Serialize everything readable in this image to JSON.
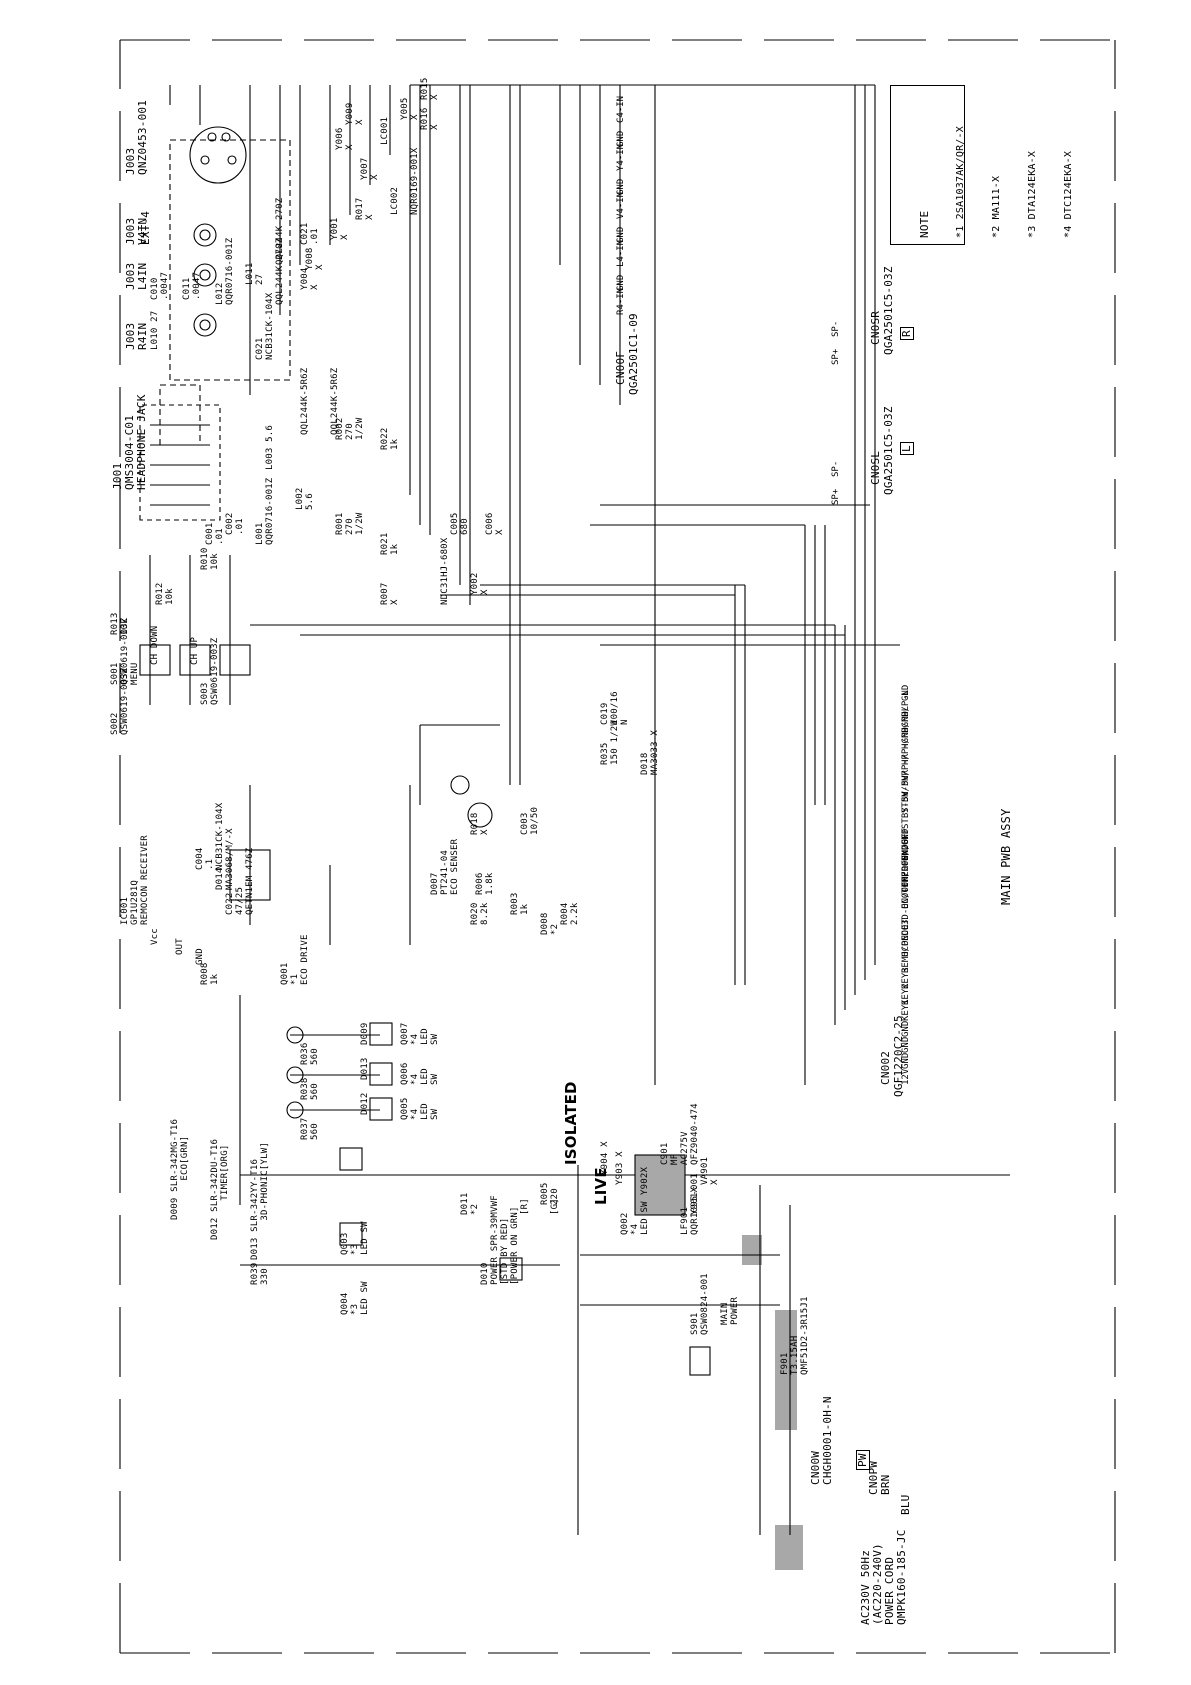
{
  "note": {
    "title": "NOTE",
    "items": [
      "*1 2SA1037AK/QR/-X",
      "*2 MA111-X",
      "*3 DTA124EKA-X",
      "*4 DTC124EKA-X"
    ]
  },
  "sections": {
    "isolated": "ISOLATED",
    "live": "LIVE",
    "main_pwb": "MAIN PWB ASSY",
    "ext4": "EXT-4"
  },
  "cn002": {
    "ref": "CN002",
    "part": "QGF1220C2-25",
    "pins": [
      "12V",
      "GND",
      "GND",
      "GND",
      "KEY1",
      "KEY2",
      "KEY3",
      "REMOCON",
      "H/P DET",
      "ECO",
      "3D-ON/OFF",
      "ECO-ON/OFF",
      "TIMER-ON/OFF",
      "P.ON/OFF",
      "GND",
      "GND",
      "STBY-5V",
      "STBY-5V",
      "H/P-R",
      "H/P-R",
      "H/P-GND",
      "H/P-GND",
      "H/P-L",
      "H/P-L",
      "GND"
    ]
  },
  "cn00f": {
    "ref": "CN00F",
    "part": "QGA2501C1-09",
    "pins": [
      "R4-IN",
      "GND",
      "L4-IN",
      "GND",
      "V4-IN",
      "GND",
      "Y4-IN",
      "GND",
      "C4-IN"
    ]
  },
  "cn0sr": {
    "ref": "CN0SR",
    "part": "QGA2501C5-03Z",
    "tag": "R",
    "pins": [
      "SP+",
      "",
      "SP-"
    ]
  },
  "cn0sl": {
    "ref": "CN0SL",
    "part": "QGA2501C5-03Z",
    "tag": "L",
    "pins": [
      "SP+",
      "",
      "SP-"
    ]
  },
  "jacks": {
    "j003_r": "J003\nR4IN",
    "j003_l": "J003\nL4IN",
    "j003_v": "J003\nV4IN",
    "j003_s": "J003\nQNZ0453-001",
    "j001": "J001\nQMS3004-C01\nHEADPHONE JACK"
  },
  "components": [
    "C010\n.0047",
    "C011\n.0047",
    "L012\nQQR0716-001Z",
    "L011\n27",
    "L010 27",
    "QQL244K-270Z",
    "QQL244K-270Z",
    "C021\n.01",
    "C021\nNCB31CK-104X",
    "Y001\nX",
    "Y004\nX",
    "Y008\nX",
    "Y007\nX",
    "R017\nX",
    "Y006\nX",
    "Y009\nX",
    "Y005\nX",
    "R016\nX",
    "R015\nX",
    "LC001",
    "LC002",
    "NQR0169-001X",
    "R002\n270\n1/2W",
    "R022\n1k",
    "R001\n270\n1/2W",
    "R021\n1k",
    "R007\nX",
    "L003 5.6",
    "L002\n5.6",
    "L001\nQQR0716-001Z",
    "C001\n.01",
    "C002\n.01",
    "QQL244K-5R6Z",
    "QQL244K-5R6Z",
    "C005\n680",
    "C006\nX",
    "Y002\nX",
    "NDC31HJ-680X",
    "R013\n10k",
    "R012\n10k",
    "R010\n10k",
    "S001\nQSW0619-003Z\nMENU",
    "S002\nQSW0619-003Z",
    "S003\nQSW0619-003Z",
    "CH DOWN",
    "CH UP",
    "C019\n100/16\nN",
    "R035\n150 1/2W",
    "D018\nMA3033-X",
    "IC001\nGP1U281Q\nREMOCON RECEIVER",
    "Vcc",
    "OUT",
    "GND",
    "C004\n.1\nNCB31CK-104X",
    "D014\nMA3068/M/-X",
    "C022\n47/25\nQETN1EM-476Z",
    "R008\n1k",
    "Q001\n*1\nECO DRIVE",
    "D007\nPT241-04\nECO SENSER",
    "R006\n1.8k",
    "R018\nX",
    "C003\n10/50",
    "R020\n8.2k",
    "R003\n1k",
    "D008\n*2",
    "R004\n2.2k",
    "D009 SLR-342MG-T16\n       ECO[GRN]",
    "D012 SLR-342DU-T16\n       TIMER[ORG]",
    "D013 SLR-342YY-T16\n       3D-PHONIC[YLW]",
    "R036\n560",
    "R038\n560",
    "R037\n560",
    "D009",
    "D013",
    "D012",
    "Q007\n*4\nLED\nSW",
    "Q006\n*4\nLED\nSW",
    "Q005\n*4\nLED\nSW",
    "D011\n*2",
    "R039\n330",
    "Q003\n*3\nLED SW",
    "Q004\n*3\nLED SW",
    "R005\n220",
    "D010\nPOWER SPR-39MVWF\n[STD BY RED]\n[POWER ON GRN]",
    "[R]",
    "[G]",
    "Q002\n*4\nLED SW",
    "Y904 X",
    "Y903 X",
    "C901\nMF\nAC275V\nQFZ9040-474",
    "VA901\nX",
    "LF901\nQQR1095-001",
    "Y902X",
    "Y901X",
    "S901\nQSW0824-001",
    "MAIN\nPOWER",
    "F901\nT3.15AH\nQMF51D2-3R15J1"
  ],
  "power": {
    "cn00w": "CN00W\nCHGH0001-0H-N",
    "cn0pw": "CN0PW\nBRN",
    "pw_tag": "PW",
    "blu": "BLU",
    "cord": "AC230V 50Hz\n(AC220-240V)\nPOWER CORD\nQMPK160-185-JC"
  }
}
